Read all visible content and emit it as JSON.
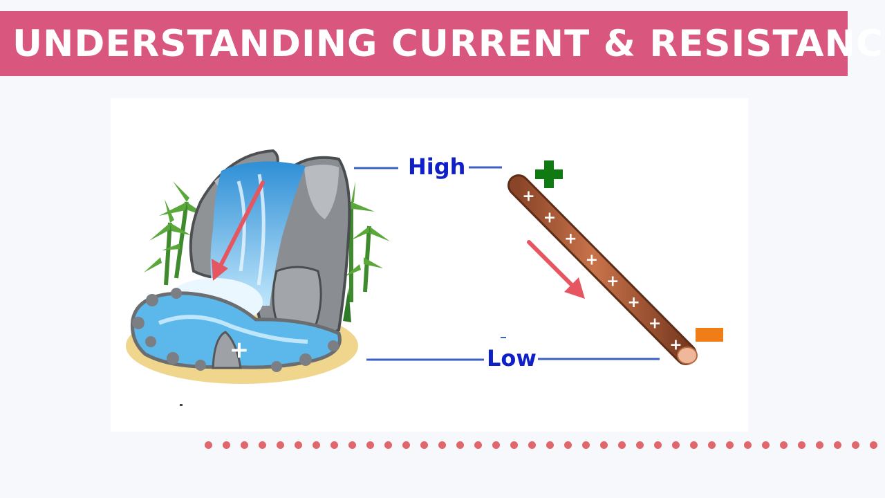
{
  "header": {
    "title": "UNDERSTANDING CURRENT & RESISTANCE"
  },
  "diagram": {
    "high_label": "High",
    "low_label": "Low",
    "positive_symbol": "+",
    "negative_symbol": "−",
    "positive_color": "#0f7a12",
    "negative_color": "#f07d16",
    "wire_color": "#b0603c",
    "arrow_color": "#e65661",
    "label_color": "#1020c8",
    "line_color": "#3c5fc4",
    "wire_charge_symbol": "+"
  },
  "decor": {
    "accent": "#d9577e",
    "dot_color": "#e0676c",
    "dot_count": 38
  }
}
